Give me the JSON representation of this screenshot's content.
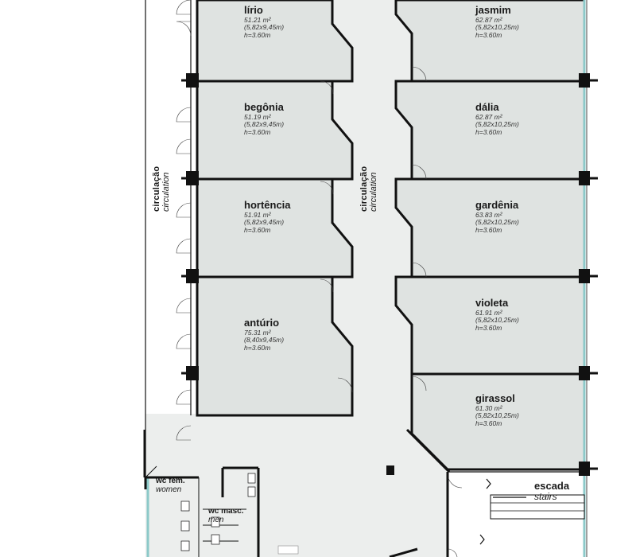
{
  "rooms": [
    {
      "id": "lirio",
      "name": "lírio",
      "area": "51.21 m²",
      "dims": "(5,82x9,45m)",
      "height": "h=3.60m"
    },
    {
      "id": "begonia",
      "name": "begônia",
      "area": "51.19 m²",
      "dims": "(5,82x9,45m)",
      "height": "h=3.60m"
    },
    {
      "id": "hortencia",
      "name": "hortência",
      "area": "51.91 m²",
      "dims": "(5,82x9,45m)",
      "height": "h=3.60m"
    },
    {
      "id": "anturio",
      "name": "antúrio",
      "area": "75.31 m²",
      "dims": "(8,40x9,45m)",
      "height": "h=3.60m"
    },
    {
      "id": "jasmim",
      "name": "jasmim",
      "area": "62.87 m²",
      "dims": "(5,82x10,25m)",
      "height": "h=3.60m"
    },
    {
      "id": "dalia",
      "name": "dália",
      "area": "62.87 m²",
      "dims": "(5,82x10,25m)",
      "height": "h=3.60m"
    },
    {
      "id": "gardenia",
      "name": "gardênia",
      "area": "63.83 m²",
      "dims": "(5,82x10,25m)",
      "height": "h=3.60m"
    },
    {
      "id": "violeta",
      "name": "violeta",
      "area": "61.91 m²",
      "dims": "(5,82x10,25m)",
      "height": "h=3.60m"
    },
    {
      "id": "girassol",
      "name": "girassol",
      "area": "61.30 m²",
      "dims": "(5,82x10,25m)",
      "height": "h=3.60m"
    }
  ],
  "circulation": {
    "pt": "circulação",
    "en": "circulation"
  },
  "wc_fem": {
    "pt": "wc fem.",
    "en": "women"
  },
  "wc_masc": {
    "pt": "wc masc.",
    "en": "men"
  },
  "stairs": {
    "pt": "escada",
    "en": "stairs"
  },
  "colors": {
    "room_fill": "#dfe3e1",
    "corridor_fill": "#eceeed",
    "wall": "#111111",
    "glass": "#8cc9c9"
  }
}
